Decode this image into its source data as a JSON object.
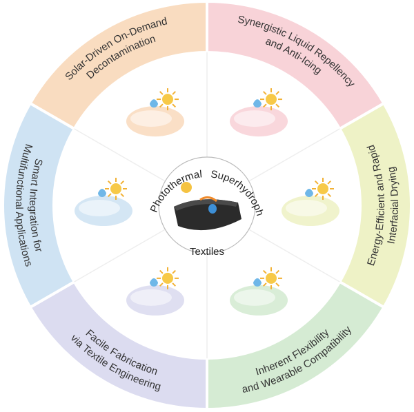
{
  "center": {
    "arc_left": "Photothermal",
    "arc_right": "Superhydrophobic",
    "bottom": "Textiles"
  },
  "segments": [
    {
      "id": "decon",
      "lines": [
        "Solar-Driven On-Demand",
        "Decontamination"
      ],
      "color": "#f9dcc0",
      "icon": "solar-decontamination-illustration"
    },
    {
      "id": "repel",
      "lines": [
        "Synergistic Liquid Repellency",
        "and Anti-Icing"
      ],
      "color": "#f8d3d8",
      "icon": "anti-icing-fabric-illustration"
    },
    {
      "id": "dry",
      "lines": [
        "Energy-Efficient and Rapid",
        "Interfacial Drying"
      ],
      "color": "#eef2c6",
      "icon": "interfacial-drying-illustration"
    },
    {
      "id": "flex",
      "lines": [
        "Inherent Flexibility",
        "and Wearable Compatibility"
      ],
      "color": "#d5ebd3",
      "icon": "wearable-shirt-illustration"
    },
    {
      "id": "fab",
      "lines": [
        "Facile  Fabrication",
        "via Textile Engineering"
      ],
      "color": "#dcdcf0",
      "icon": "textile-factory-illustration"
    },
    {
      "id": "smart",
      "lines": [
        "Smart Integration for",
        "Multifunctional Applications"
      ],
      "color": "#cfe3f3",
      "icon": "smart-textile-chip-illustration"
    }
  ],
  "colors": {
    "text": "#333333",
    "divider": "#ffffff",
    "inner_bg": "#ffffff",
    "inner_border": "#dddddd",
    "fabric_dark": "#2b2b2b"
  }
}
